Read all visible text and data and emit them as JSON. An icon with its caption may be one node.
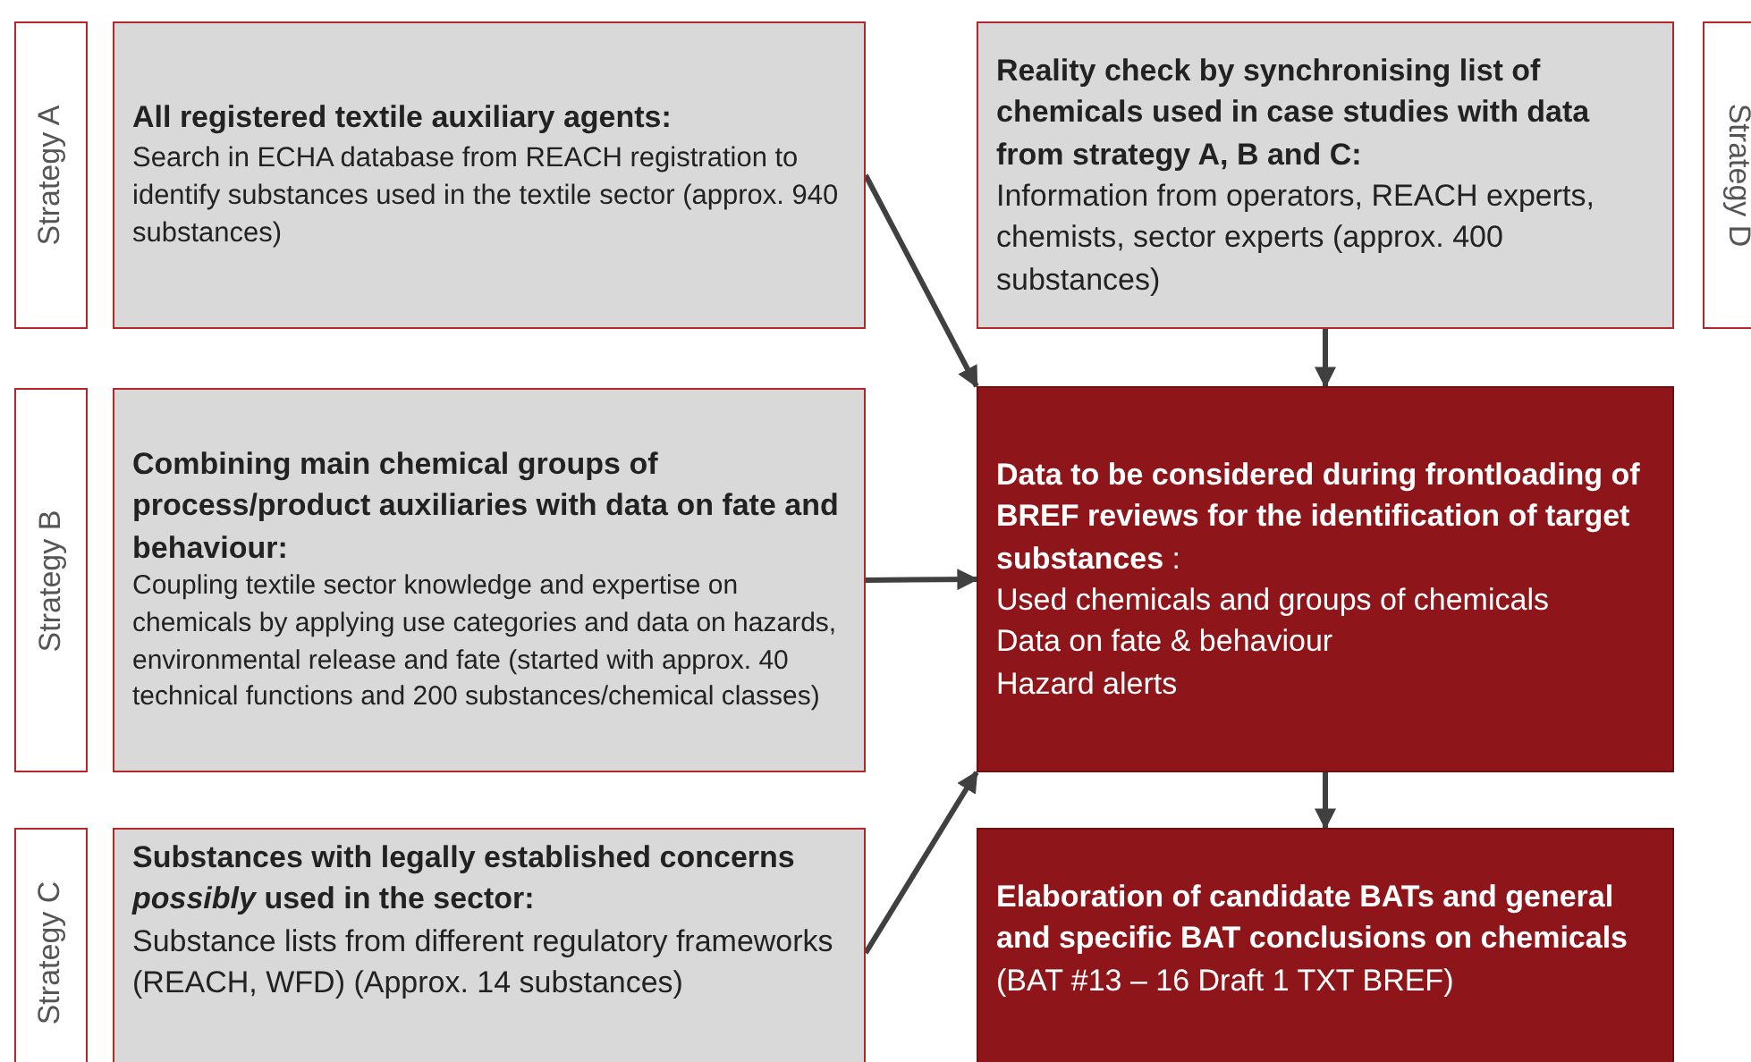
{
  "diagram": {
    "nodes": [
      {
        "text": [
          "Strategy A"
        ]
      },
      {
        "text": [
          "All registered textile auxiliary agents:",
          "Search in ECHA database from REACH registration to identify substances used in the textile sector (approx. 940 substances)"
        ]
      },
      {
        "text": [
          "Strategy B"
        ]
      },
      {
        "text": [
          "Combining main chemical groups of process/product auxiliaries with data on fate and behaviour:",
          "Coupling textile sector knowledge and expertise on chemicals by applying use categories and data on hazards, environmental release and fate (started with approx. 40 technical functions and 200 substances/chemical classes)"
        ]
      },
      {
        "text": [
          "Strategy C"
        ]
      },
      {
        "text": [
          "Substances with legally established concerns *possibly* used in the sector:",
          "Substance lists from different regulatory frameworks (REACH, WFD) (Approx. 14 substances)"
        ]
      },
      {
        "text": [
          "Reality check by synchronising list of chemicals used in case studies with data from strategy A, B and C:",
          "Information from operators, REACH experts, chemists, sector experts (approx. 400 substances)"
        ]
      },
      {
        "text": [
          "Strategy D"
        ]
      },
      {
        "text": [
          "**Data to be considered during frontloading of BREF reviews for the identification of target substances** :",
          "Used chemicals and groups of chemicals",
          "Data on fate & behaviour",
          "Hazard alerts"
        ]
      },
      {
        "text": [
          "**Elaboration of candidate BATs and general and specific BAT conclusions on chemicals** (BAT #13 – 16 Draft 1 TXT BREF)"
        ]
      }
    ],
    "edges": [
      {
        "from": 1,
        "to": 8,
        "arrow": "to"
      },
      {
        "from": 3,
        "to": 8,
        "arrow": "to"
      },
      {
        "from": 5,
        "to": 8,
        "arrow": "to"
      },
      {
        "from": 6,
        "to": 8,
        "arrow": "to"
      },
      {
        "from": 8,
        "to": 9,
        "arrow": "to"
      }
    ]
  }
}
